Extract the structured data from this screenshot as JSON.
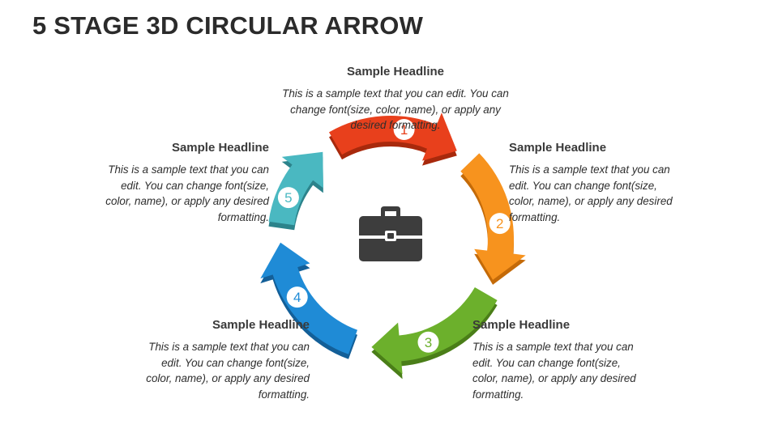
{
  "title": "5 STAGE 3D CIRCULAR ARROW",
  "center_icon": "briefcase-icon",
  "stages": [
    {
      "number": "1",
      "color": "#e8401c",
      "shade": "#a8290c",
      "headline": "Sample Headline",
      "text": "This is a sample text that you can edit. You can change font(size, color, name), or apply any desired formatting."
    },
    {
      "number": "2",
      "color": "#f7931e",
      "shade": "#c46a08",
      "headline": "Sample Headline",
      "text": "This is a sample text that you can edit. You can change font(size, color, name), or apply any desired formatting."
    },
    {
      "number": "3",
      "color": "#6cb02c",
      "shade": "#4a7e18",
      "headline": "Sample Headline",
      "text": "This is a sample text that you can edit. You can change font(size, color, name), or apply any desired formatting."
    },
    {
      "number": "4",
      "color": "#1f8bd6",
      "shade": "#135f98",
      "headline": "Sample Headline",
      "text": "This is a sample text that you can edit. You can change font(size, color, name), or apply any desired formatting."
    },
    {
      "number": "5",
      "color": "#4ab8c1",
      "shade": "#2c838b",
      "headline": "Sample Headline",
      "text": "This is a sample text that you can edit. You can change font(size, color, name), or apply any desired formatting."
    }
  ]
}
